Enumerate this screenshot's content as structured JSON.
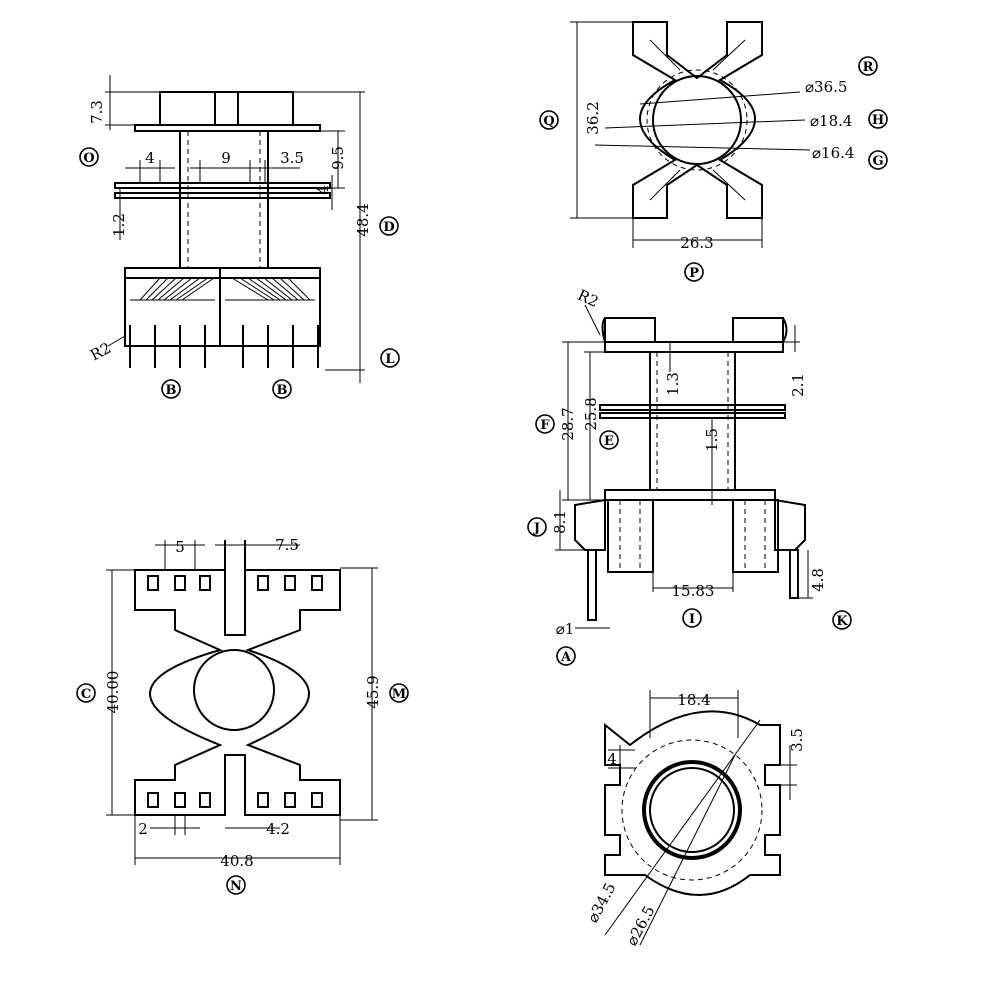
{
  "view_front": {
    "dims": {
      "d7_3": "7.3",
      "d9_5": "9.5",
      "d4_top": "4",
      "d9": "9",
      "d3_5": "3.5",
      "d4_side": "4",
      "d1_2": "1.2",
      "d48_4": "48.4",
      "r2": "R2"
    },
    "labels": {
      "O": "O",
      "D": "D",
      "B1": "B",
      "B2": "B",
      "L": "L"
    }
  },
  "view_top_right": {
    "dims": {
      "d36_2": "36.2",
      "dia36_5": "⌀36.5",
      "dia18_4": "⌀18.4",
      "dia16_4": "⌀16.4",
      "d26_3": "26.3"
    },
    "labels": {
      "Q": "Q",
      "R": "R",
      "H": "H",
      "G": "G",
      "P": "P"
    }
  },
  "view_side": {
    "dims": {
      "r2": "R2",
      "d2_1": "2.1",
      "d1_3": "1.3",
      "d28_7": "28.7",
      "d25_8": "25.8",
      "d1_5": "1.5",
      "d8_1": "8.1",
      "d15_83": "15.83",
      "d4_8": "4.8",
      "dia1": "⌀1"
    },
    "labels": {
      "F": "F",
      "E": "E",
      "J": "J",
      "I": "I",
      "K": "K",
      "A": "A"
    }
  },
  "view_bottom_left": {
    "dims": {
      "d5": "5",
      "d7_5": "7.5",
      "d40_00": "40.00",
      "d45_9": "45.9",
      "d2": "2",
      "d4_2": "4.2",
      "d40_8": "40.8"
    },
    "labels": {
      "C": "C",
      "M": "M",
      "N": "N"
    }
  },
  "view_bottom_right": {
    "dims": {
      "d18_4": "18.4",
      "d4": "4",
      "d3_5": "3.5",
      "dia34_5": "⌀34.5",
      "dia26_5": "⌀26.5"
    }
  }
}
